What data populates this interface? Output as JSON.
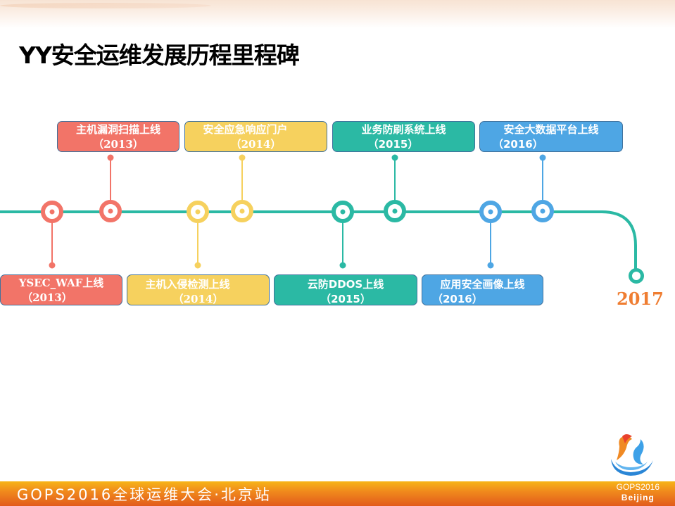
{
  "title": "YY安全运维发展历程里程碑",
  "colors": {
    "line": "#2bb9a4",
    "red": "#f27468",
    "yellow": "#f6d15e",
    "teal": "#2bb9a4",
    "blue": "#4ea6e4",
    "end_year": "#ef7d31",
    "box_border": "#41719c"
  },
  "milestones_top": [
    {
      "label": "主机漏洞扫描上线",
      "year": "（2013）",
      "color": "red"
    },
    {
      "label": "安全应急响应门户",
      "year": "（2014）",
      "color": "yellow"
    },
    {
      "label": "业务防刷系统上线",
      "year": "（2015）",
      "color": "teal"
    },
    {
      "label": "安全大数据平台上线",
      "year": "（2016）",
      "color": "blue"
    }
  ],
  "milestones_bottom": [
    {
      "label": "YSEC_WAF上线",
      "year": "（2013）",
      "color": "red"
    },
    {
      "label": "主机入侵检测上线",
      "year": "（2014）",
      "color": "yellow"
    },
    {
      "label": "云防DDOS上线",
      "year": "（2015）",
      "color": "teal"
    },
    {
      "label": "应用安全画像上线",
      "year": "（2016）",
      "color": "blue"
    }
  ],
  "end_year": "2017",
  "footer": {
    "text": "GOPS2016全球运维大会·北京站",
    "brand_line1": "GOPS2016",
    "brand_line2": "Beijing"
  }
}
